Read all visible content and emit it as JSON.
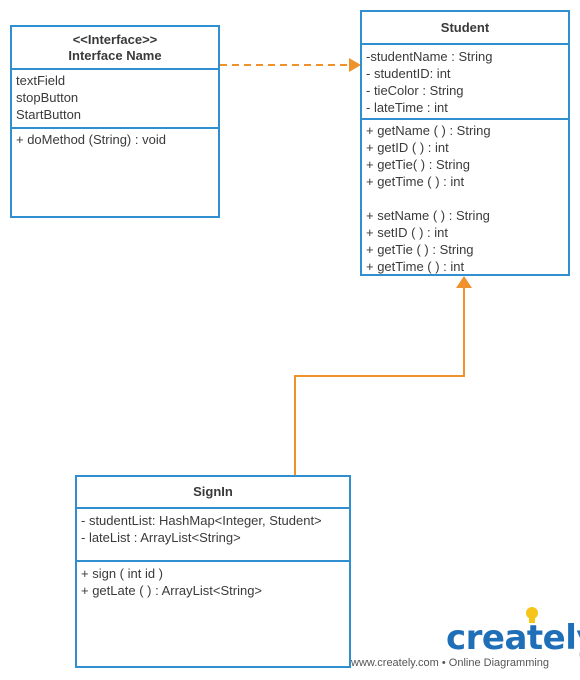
{
  "interface_box": {
    "stereotype": "<<Interface>>",
    "name": "Interface Name",
    "attributes": [
      "textField",
      "stopButton",
      "StartButton"
    ],
    "methods": [
      "+ doMethod (String) : void"
    ]
  },
  "student_box": {
    "name": "Student",
    "attributes": [
      "-studentName : String",
      "- studentID: int",
      "- tieColor : String",
      "- lateTime : int"
    ],
    "methods": [
      "+ getName ( ) : String",
      "+ getID ( ) : int",
      "+ getTie( ) : String",
      "+ getTime ( ) : int"
    ],
    "methods2": [
      "+ setName ( ) : String",
      "+ setID ( ) : int",
      "+ getTie ( ) : String",
      "+ getTime ( ) : int"
    ]
  },
  "signin_box": {
    "name": "SignIn",
    "attributes": [
      "- studentList: HashMap<Integer, Student>",
      "- lateList : ArrayList<String>"
    ],
    "methods": [
      "+ sign ( int id )",
      "+ getLate ( ) : ArrayList<String>"
    ]
  },
  "branding": {
    "logo_text": "creately",
    "footer": "www.creately.com • Online Diagramming"
  },
  "colors": {
    "class_border": "#2f8fd0",
    "connector": "#f0922b",
    "logo": "#1f6fb8",
    "bulb": "#f5c518"
  }
}
